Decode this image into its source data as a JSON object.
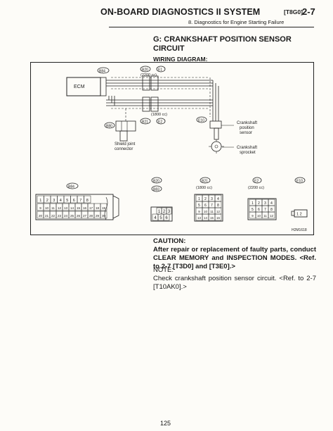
{
  "header": {
    "title": "ON-BOARD DIAGNOSTICS II SYSTEM",
    "code": "[T8G0]",
    "page_ref": "2-7",
    "subtitle": "8. Diagnostics for Engine Starting Failure"
  },
  "section": {
    "title": "G: CRANKSHAFT POSITION SENSOR CIRCUIT",
    "wiring_label": "WIRING DIAGRAM:"
  },
  "diagram": {
    "ecm": "ECM",
    "b84": "B84",
    "b20": "B20",
    "e1": "E1",
    "b21": "B21",
    "e2": "E2",
    "b80": "B80",
    "e10": "E10",
    "b83": "B83",
    "cc_2200": "(2200 cc)",
    "cc_1800": "(1800 cc)",
    "shield_joint_1": "Shield joint",
    "shield_joint_2": "connector",
    "crank_sensor_1": "Crankshaft",
    "crank_sensor_2": "position",
    "crank_sensor_3": "sensor",
    "crank_sprocket_1": "Crankshaft",
    "crank_sprocket_2": "sprocket",
    "cc_1800_lower": "(1800 cc)",
    "cc_2200_lower": "(2200 cc)",
    "figure_id": "H2M1618",
    "e10_pins": "1 2",
    "pins_b84_row1": [
      "1",
      "2",
      "3",
      "4",
      "5",
      "6",
      "7",
      "8"
    ],
    "pins_b84_row2": [
      "9",
      "10",
      "11",
      "12",
      "13",
      "14",
      "15",
      "16",
      "17",
      "18",
      "19"
    ],
    "pins_b84_row3": [
      "20",
      "21",
      "22",
      "23",
      "24",
      "25",
      "26",
      "27",
      "28",
      "29",
      "30"
    ],
    "pins_b20_top": [
      "1",
      "2",
      "3"
    ],
    "pins_b20_bot": [
      "4",
      "5",
      "6"
    ],
    "pins_b21_r1": [
      "1",
      "2",
      "3",
      "4"
    ],
    "pins_b21_r2": [
      "5",
      "6",
      "7",
      "8"
    ],
    "pins_b21_r3": [
      "9",
      "10",
      "11",
      "12"
    ],
    "pins_b21_r4": [
      "13",
      "14",
      "15",
      "16"
    ],
    "pins_e2_r1": [
      "1",
      "2",
      "3",
      "4"
    ],
    "pins_e2_r2": [
      "5",
      "6",
      "7",
      "8"
    ],
    "pins_e2_r3": [
      "9",
      "10",
      "11",
      "12"
    ]
  },
  "caution": {
    "title": "CAUTION:",
    "body": "After repair or replacement of faulty parts, conduct CLEAR MEMORY and INSPECTION MODES. <Ref. to 2-7 [T3D0] and [T3E0].>"
  },
  "note": {
    "title": "NOTE:",
    "body": "Check crankshaft position sensor circuit. <Ref. to 2-7 [T10AK0].>"
  },
  "page_number": "125"
}
